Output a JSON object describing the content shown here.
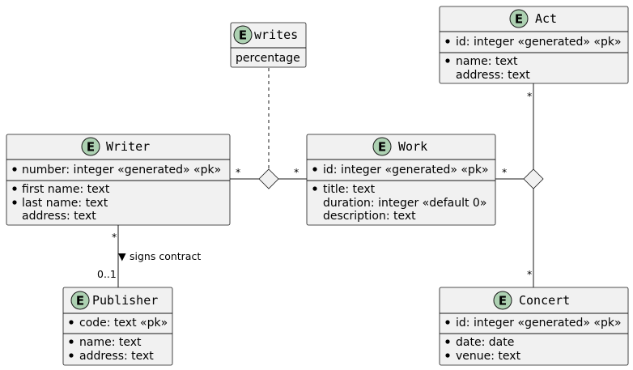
{
  "entities": {
    "writes": {
      "badge": "E",
      "title": "writes",
      "fields": [
        {
          "text": "percentage",
          "key": false
        }
      ]
    },
    "act": {
      "badge": "E",
      "title": "Act",
      "keys": [
        {
          "text": "id: integer «generated» «pk»"
        }
      ],
      "fields": [
        {
          "text": "name: text",
          "bullet": true
        },
        {
          "text": "address: text",
          "bullet": false
        }
      ]
    },
    "writer": {
      "badge": "E",
      "title": "Writer",
      "keys": [
        {
          "text": "number: integer «generated» «pk»"
        }
      ],
      "fields": [
        {
          "text": "first name: text",
          "bullet": true
        },
        {
          "text": "last name: text",
          "bullet": true
        },
        {
          "text": "address: text",
          "bullet": false
        }
      ]
    },
    "work": {
      "badge": "E",
      "title": "Work",
      "keys": [
        {
          "text": "id: integer «generated» «pk»"
        }
      ],
      "fields": [
        {
          "text": "title: text",
          "bullet": true
        },
        {
          "text": "duration: integer «default 0»",
          "bullet": false
        },
        {
          "text": "description: text",
          "bullet": false
        }
      ]
    },
    "publisher": {
      "badge": "E",
      "title": "Publisher",
      "keys": [
        {
          "text": "code: text «pk»"
        }
      ],
      "fields": [
        {
          "text": "name: text",
          "bullet": true
        },
        {
          "text": "address: text",
          "bullet": true
        }
      ]
    },
    "concert": {
      "badge": "E",
      "title": "Concert",
      "keys": [
        {
          "text": "id: integer «generated» «pk»"
        }
      ],
      "fields": [
        {
          "text": "date: date",
          "bullet": true
        },
        {
          "text": "venue: text",
          "bullet": true
        }
      ]
    }
  },
  "relationships": {
    "writer_writes": {
      "multiplicity": "*"
    },
    "work_writes": {
      "multiplicity": "*"
    },
    "work_perf": {
      "multiplicity": "*"
    },
    "act_perf": {
      "multiplicity": "*"
    },
    "concert_perf": {
      "multiplicity": "*"
    },
    "signs_contract": {
      "label": "signs contract",
      "arrow": "▼",
      "writer_mult": "*",
      "publisher_mult": "0..1"
    }
  }
}
